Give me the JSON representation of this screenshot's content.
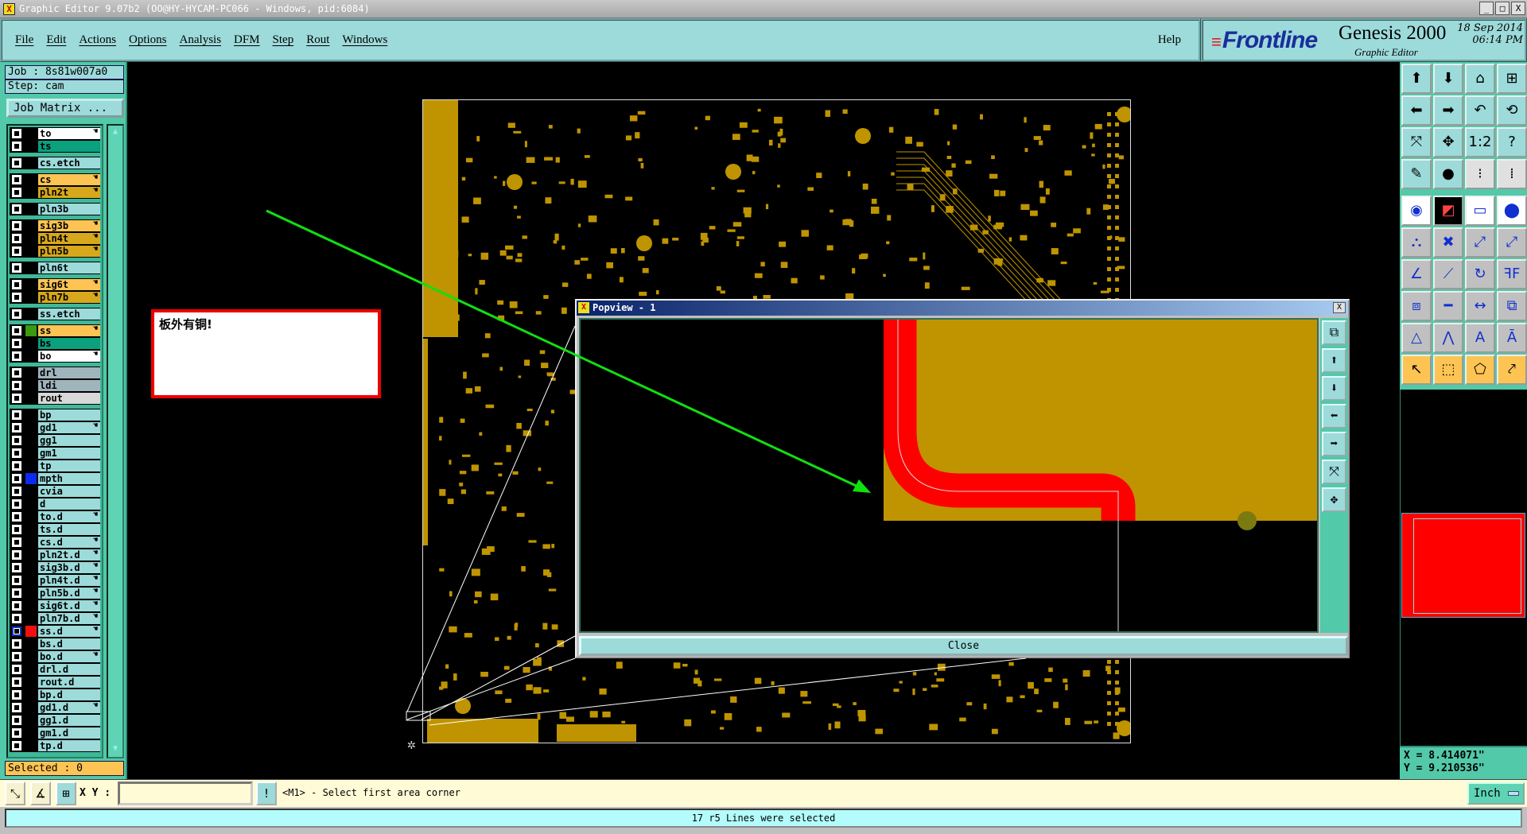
{
  "window": {
    "title": "Graphic Editor 9.07b2 (OO@HY-HYCAM-PC066 - Windows, pid:6084)",
    "buttons": [
      "_",
      "□",
      "X"
    ]
  },
  "menu": {
    "items": [
      "File",
      "Edit",
      "Actions",
      "Options",
      "Analysis",
      "DFM",
      "Step",
      "Rout",
      "Windows"
    ],
    "help": "Help"
  },
  "brand": {
    "logo": "Frontline",
    "product": "Genesis 2000",
    "subtitle": "Graphic Editor",
    "date": "18 Sep 2014",
    "time": "06:14 PM"
  },
  "job": {
    "job_label": "Job : 8s81w007a0",
    "step_label": "Step: cam",
    "matrix_button": "Job Matrix ...",
    "selected": "Selected : 0"
  },
  "layer_groups": [
    [
      {
        "name": "to",
        "color": "#ffffff",
        "edit": true
      },
      {
        "name": "ts",
        "color": "#0ba07e"
      }
    ],
    [
      {
        "name": "cs.etch",
        "color": "#9ddada"
      }
    ],
    [
      {
        "name": "cs",
        "color": "#fdc454",
        "edit": true
      },
      {
        "name": "pln2t",
        "color": "#d8a81c",
        "edit": true
      }
    ],
    [
      {
        "name": "pln3b",
        "color": "#9ddada"
      }
    ],
    [
      {
        "name": "sig3b",
        "color": "#fdc454",
        "edit": true
      },
      {
        "name": "pln4t",
        "color": "#d8a81c",
        "edit": true
      },
      {
        "name": "pln5b",
        "color": "#d8a81c",
        "edit": true
      }
    ],
    [
      {
        "name": "pln6t",
        "color": "#9ddada"
      }
    ],
    [
      {
        "name": "sig6t",
        "color": "#fdc454",
        "edit": true
      },
      {
        "name": "pln7b",
        "color": "#d8a81c",
        "edit": true
      }
    ],
    [
      {
        "name": "ss.etch",
        "color": "#9ddada"
      }
    ],
    [
      {
        "name": "ss",
        "color": "#fdc454",
        "edit": true,
        "swatch": "#3a9a10"
      },
      {
        "name": "bs",
        "color": "#0ba07e"
      },
      {
        "name": "bo",
        "color": "#ffffff",
        "edit": true
      }
    ],
    [
      {
        "name": "drl",
        "color": "#a0b4bc"
      },
      {
        "name": "ldi",
        "color": "#a0b4bc"
      },
      {
        "name": "rout",
        "color": "#d8d8d8"
      }
    ],
    [
      {
        "name": "bp",
        "color": "#9ddada"
      },
      {
        "name": "gd1",
        "color": "#9ddada",
        "edit": true
      },
      {
        "name": "gg1",
        "color": "#9ddada"
      },
      {
        "name": "gm1",
        "color": "#9ddada"
      },
      {
        "name": "tp",
        "color": "#9ddada"
      },
      {
        "name": "mpth",
        "color": "#9ddada",
        "swatch": "#0a2cf0"
      },
      {
        "name": "cvia",
        "color": "#9ddada"
      },
      {
        "name": "d",
        "color": "#9ddada"
      },
      {
        "name": "to.d",
        "color": "#9ddada",
        "edit": true
      },
      {
        "name": "ts.d",
        "color": "#9ddada"
      },
      {
        "name": "cs.d",
        "color": "#9ddada",
        "edit": true
      },
      {
        "name": "pln2t.d",
        "color": "#9ddada",
        "edit": true
      },
      {
        "name": "sig3b.d",
        "color": "#9ddada",
        "edit": true
      },
      {
        "name": "pln4t.d",
        "color": "#9ddada",
        "edit": true
      },
      {
        "name": "pln5b.d",
        "color": "#9ddada",
        "edit": true
      },
      {
        "name": "sig6t.d",
        "color": "#9ddada",
        "edit": true
      },
      {
        "name": "pln7b.d",
        "color": "#9ddada",
        "edit": true
      },
      {
        "name": "ss.d",
        "color": "#9ddada",
        "edit": true,
        "swatch": "#f01010",
        "active": true
      },
      {
        "name": "bs.d",
        "color": "#9ddada"
      },
      {
        "name": "bo.d",
        "color": "#9ddada",
        "edit": true
      },
      {
        "name": "drl.d",
        "color": "#9ddada"
      },
      {
        "name": "rout.d",
        "color": "#9ddada"
      },
      {
        "name": "bp.d",
        "color": "#9ddada"
      },
      {
        "name": "gd1.d",
        "color": "#9ddada",
        "edit": true
      },
      {
        "name": "gg1.d",
        "color": "#9ddada"
      },
      {
        "name": "gm1.d",
        "color": "#9ddada"
      },
      {
        "name": "tp.d",
        "color": "#9ddada"
      }
    ]
  ],
  "annotation": {
    "text": "板外有铜!"
  },
  "popview": {
    "title": "Popview - 1",
    "close_label": "Close",
    "close_x": "X",
    "tools": [
      {
        "icon": "zoom-window-icon",
        "g": "⧉"
      },
      {
        "icon": "pan-up-icon",
        "g": "⬆"
      },
      {
        "icon": "pan-down-icon",
        "g": "⬇"
      },
      {
        "icon": "pan-left-icon",
        "g": "⬅"
      },
      {
        "icon": "pan-right-icon",
        "g": "➡"
      },
      {
        "icon": "zoom-out-icon",
        "g": "⤧"
      },
      {
        "icon": "zoom-in-icon",
        "g": "✥"
      }
    ]
  },
  "right_toolbar": [
    {
      "icon": "pan-up-icon",
      "g": "⬆",
      "bg": "#9ddada"
    },
    {
      "icon": "pan-down-icon",
      "g": "⬇",
      "bg": "#9ddada"
    },
    {
      "icon": "home-icon",
      "g": "⌂",
      "bg": "#9ddada"
    },
    {
      "icon": "xy-grid-icon",
      "g": "⊞",
      "bg": "#9ddada"
    },
    {
      "icon": "pan-left-icon",
      "g": "⬅",
      "bg": "#9ddada"
    },
    {
      "icon": "pan-right-icon",
      "g": "➡",
      "bg": "#9ddada"
    },
    {
      "icon": "undo-view-icon",
      "g": "↶",
      "bg": "#9ddada"
    },
    {
      "icon": "redraw-icon",
      "g": "⟲",
      "bg": "#9ddada"
    },
    {
      "icon": "zoom-out-icon",
      "g": "⤧",
      "bg": "#9ddada"
    },
    {
      "icon": "zoom-in-icon",
      "g": "✥",
      "bg": "#9ddada"
    },
    {
      "icon": "scale-1-2-icon",
      "g": "1:2",
      "bg": "#9ddada"
    },
    {
      "icon": "help-icon",
      "g": "?",
      "bg": "#9ddada"
    },
    {
      "icon": "tools-palette-icon",
      "g": "✎",
      "bg": "#9ddada"
    },
    {
      "icon": "snap-icon",
      "g": "●",
      "bg": "#9ddada"
    },
    {
      "icon": "net-display-icon",
      "g": "⁝",
      "bg": "#e0e0e0"
    },
    {
      "icon": "net-select-icon",
      "g": "⁞",
      "bg": "#e0e0e0"
    },
    {
      "icon": "select-feature-icon",
      "g": "◉",
      "bg": "#ffffff"
    },
    {
      "icon": "measure-area-icon",
      "g": "◩",
      "bg": "#000000"
    },
    {
      "icon": "ruler-icon",
      "g": "▭",
      "bg": "#ffffff"
    },
    {
      "icon": "pad-icon",
      "g": "⬤",
      "bg": "#ffffff"
    },
    {
      "icon": "connect-icon",
      "g": "⛬",
      "bg": "#c0c0c0"
    },
    {
      "icon": "delete-point-icon",
      "g": "✖",
      "bg": "#c0c0c0"
    },
    {
      "icon": "move-pad-icon",
      "g": "⤢",
      "bg": "#c0c0c0"
    },
    {
      "icon": "copy-pad-icon",
      "g": "⤢",
      "bg": "#c0c0c0"
    },
    {
      "icon": "angle-icon",
      "g": "∠",
      "bg": "#c0c0c0"
    },
    {
      "icon": "line-icon",
      "g": "⟋",
      "bg": "#c0c0c0"
    },
    {
      "icon": "rotate-icon",
      "g": "↻",
      "bg": "#c0c0c0"
    },
    {
      "icon": "mirror-icon",
      "g": "ꟻF",
      "bg": "#c0c0c0"
    },
    {
      "icon": "move-icon",
      "g": "⧈",
      "bg": "#c0c0c0"
    },
    {
      "icon": "split-line-icon",
      "g": "━",
      "bg": "#c0c0c0"
    },
    {
      "icon": "stretch-icon",
      "g": "↔",
      "bg": "#c0c0c0"
    },
    {
      "icon": "merge-icon",
      "g": "⧉",
      "bg": "#c0c0c0"
    },
    {
      "icon": "arc-triangle-icon",
      "g": "△",
      "bg": "#c0c0c0"
    },
    {
      "icon": "arc-peak-icon",
      "g": "⋀",
      "bg": "#c0c0c0"
    },
    {
      "icon": "arc-a-icon",
      "g": "A",
      "bg": "#c0c0c0"
    },
    {
      "icon": "arc-cross-icon",
      "g": "Ā",
      "bg": "#c0c0c0"
    },
    {
      "icon": "pointer-icon",
      "g": "↖",
      "bg": "#fdc454"
    },
    {
      "icon": "pointer-box-icon",
      "g": "⬚",
      "bg": "#fdc454"
    },
    {
      "icon": "pointer-poly-icon",
      "g": "⬠",
      "bg": "#fdc454"
    },
    {
      "icon": "pointer-net-icon",
      "g": "⤤",
      "bg": "#fdc454"
    }
  ],
  "coords": {
    "x": "X = 8.414071\"",
    "y": "Y = 9.210536\""
  },
  "command": {
    "xy_label": "X Y :",
    "xy_value": "",
    "exclaim": "!",
    "prompt": "<M1> - Select first area corner",
    "units": "Inch"
  },
  "status": {
    "message": "17 r5 Lines were selected"
  },
  "colors": {
    "copper": "#bf9400",
    "selection": "#ff0000",
    "arrow": "#10e010",
    "panel": "#52c9a8"
  }
}
